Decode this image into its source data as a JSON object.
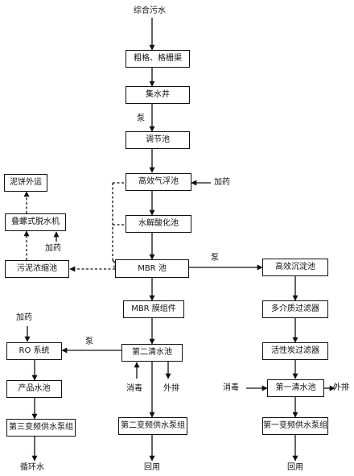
{
  "source_label": "综合污水",
  "boxes": {
    "grille": "粗格、格栅渠",
    "sump": "集水井",
    "equalization": "调节池",
    "flotation": "高效气浮池",
    "hydrolysis": "水解酸化池",
    "mbr_tank": "MBR 池",
    "mbr_membrane": "MBR 膜组件",
    "second_clear": "第二清水池",
    "second_supply": "第二变频供水泵组",
    "ro": "RO 系统",
    "product_water": "产品水池",
    "third_supply": "第三变频供水泵组",
    "mud_out": "泥饼外运",
    "belt_press": "叠螺式脱水机",
    "sludge_thick": "污泥浓缩池",
    "hd_settle": "高效沉淀池",
    "multimedia": "多介质过滤器",
    "carbon": "活性炭过滤器",
    "first_clear": "第一清水池",
    "first_supply": "第一变频供水泵组"
  },
  "labels": {
    "pump_sump": "泵",
    "dose_flotation": "加药",
    "dose_press": "加药",
    "pump_mbr": "泵",
    "dose_ro": "加药",
    "pump_ro": "泵",
    "disinfect_2": "消毒",
    "discharge_2": "外排",
    "disinfect_1": "消毒",
    "discharge_1": "外排",
    "reuse_2": "回用",
    "reuse_1": "回用",
    "circulating": "循环水"
  }
}
